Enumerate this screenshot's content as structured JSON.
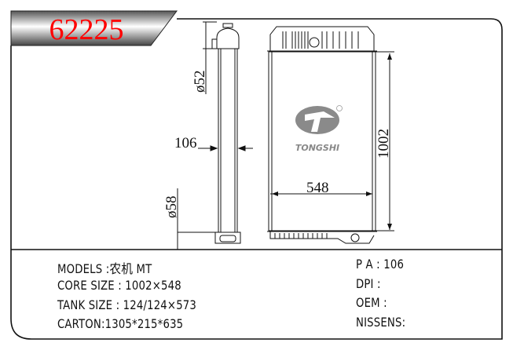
{
  "part_number": "62225",
  "brand_logo": "TONGSHI",
  "dimensions": {
    "tank_top_diameter": "ø52",
    "side_width": "106",
    "tank_bottom_diameter": "ø58",
    "core_height": "1002",
    "core_width": "548"
  },
  "specs_left": [
    "MODELS :农机 MT",
    "CORE SIZE : 1002×548",
    "TANK SIZE : 124/124×573",
    "CARTON:1305*215*635"
  ],
  "specs_right": [
    "P A : 106",
    "DPI :",
    "OEM :",
    "NISSENS:"
  ],
  "colors": {
    "part_number": "#ff0000",
    "logo": "#888888"
  }
}
